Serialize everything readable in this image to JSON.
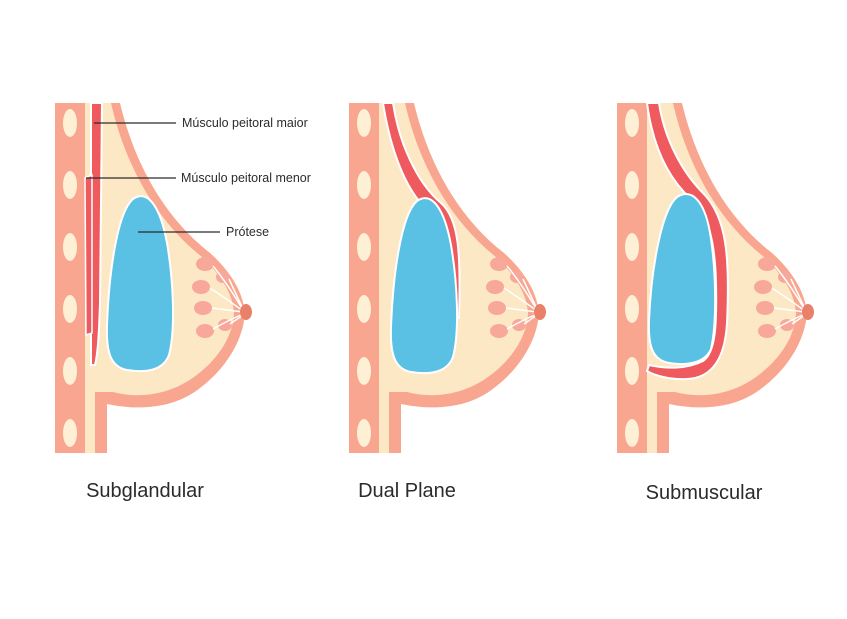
{
  "annotations": {
    "pectoralis_major": "Músculo peitoral maior",
    "pectoralis_minor": "Músculo peitoral menor",
    "implant": "Prótese"
  },
  "captions": {
    "subglandular": "Subglandular",
    "dual_plane": "Dual Plane",
    "submuscular": "Submuscular"
  },
  "colors": {
    "skin": "#f8a68f",
    "tissue": "#fde8c6",
    "rib": "#fdf0d4",
    "muscle": "#ee5a5e",
    "implant": "#5bc1e4",
    "gland": "#f7a89a",
    "nipple": "#e9816a",
    "outline": "#ffffff",
    "text": "#2b2b2b"
  }
}
